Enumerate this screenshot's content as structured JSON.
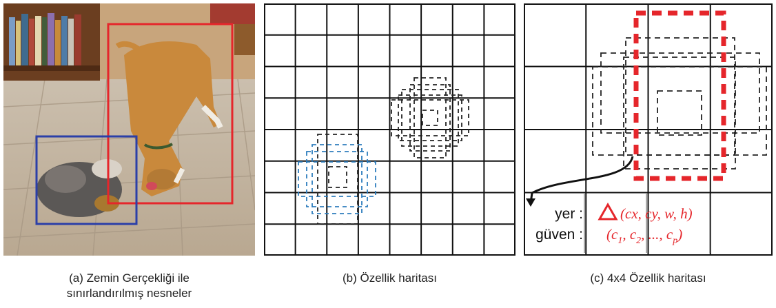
{
  "panels": {
    "a": {
      "caption_line1": "(a) Zemin Gerçekliği ile",
      "caption_line2": "sınırlandırılmış nesneler",
      "box_colors": {
        "dog": "#e5262b",
        "cat": "#2b3fa8"
      }
    },
    "b": {
      "caption": "(b) Özellik haritası",
      "grid_rows": 8,
      "grid_cols": 8,
      "cluster_colors": {
        "cat": "#2e7dbd",
        "dog": "#222222"
      }
    },
    "c": {
      "caption": "(c) 4x4 Özellik haritası",
      "grid_rows": 4,
      "grid_cols": 4,
      "label_loc": "yer :",
      "label_conf": "güven :",
      "loc_expr": "(cx, cy, w, h)",
      "delta_symbol": "Δ",
      "conf_expr_c1": "(c",
      "conf_sub_1": "1",
      "conf_expr_c2": ", c",
      "conf_sub_2": "2",
      "conf_expr_cp": ", ..., c",
      "conf_sub_p": "p",
      "conf_close": ")",
      "accent_color": "#e5262b"
    }
  },
  "icons": [
    "photo-dog-cat",
    "curved-arrow-icon",
    "delta-icon"
  ]
}
